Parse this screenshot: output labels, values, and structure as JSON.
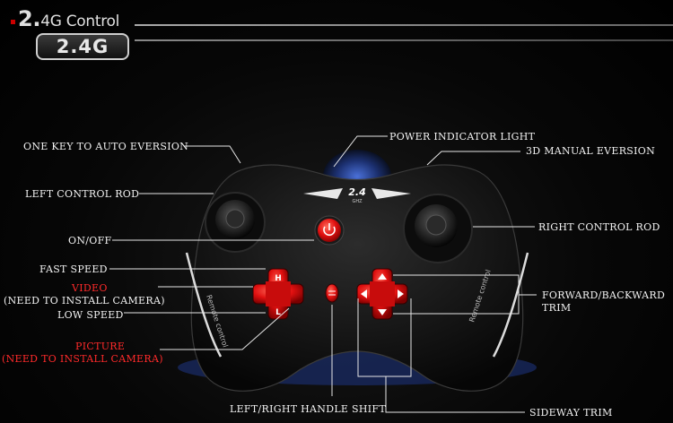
{
  "header": {
    "brand_big": "2.",
    "brand_rest": "4G Control",
    "badge": "2.4G"
  },
  "controller": {
    "logo": "2.4",
    "logo_sub": "GHZ",
    "left_grip_text": "Remote control",
    "right_grip_text": "Remote control",
    "btn_h": "H",
    "btn_l": "L"
  },
  "labels": {
    "auto_eversion": "ONE KEY TO AUTO EVERSION",
    "left_rod": "LEFT CONTROL ROD",
    "on_off": "ON/OFF",
    "fast_speed": "FAST SPEED",
    "video": "VIDEO",
    "video_note": "(NEED TO INSTALL CAMERA)",
    "low_speed": "LOW SPEED",
    "picture": "PICTURE",
    "picture_note": "(NEED TO INSTALL CAMERA)",
    "power_light": "POWER INDICATOR LIGHT",
    "manual_eversion": "3D MANUAL EVERSION",
    "right_rod": "RIGHT CONTROL ROD",
    "fwd_back_trim_1": "FORWARD/BACKWARD",
    "fwd_back_trim_2": "TRIM",
    "handle_shift": "LEFT/RIGHT HANDLE SHIFT",
    "sideway_trim": "SIDEWAY TRIM"
  },
  "colors": {
    "accent_red": "#ff2a2a",
    "button_red": "#e01010",
    "body_black": "#141414",
    "glow_blue": "#2a4aa8"
  }
}
